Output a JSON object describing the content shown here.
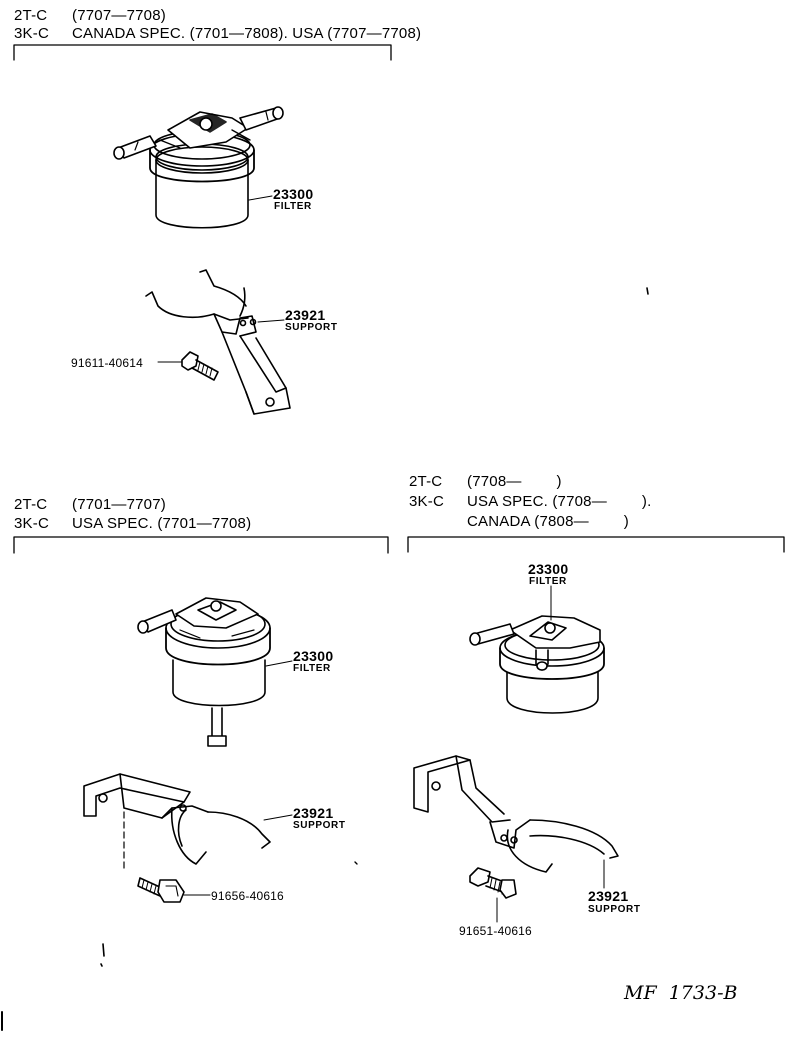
{
  "section_top_left": {
    "lines": [
      {
        "model": "2T-C",
        "spec": "(7707—7708)"
      },
      {
        "model": "3K-C",
        "spec": "CANADA SPEC. (7701—7808). USA (7707—7708)"
      }
    ],
    "filter": {
      "number": "23300",
      "label": "FILTER"
    },
    "support": {
      "number": "23921",
      "label": "SUPPORT"
    },
    "bolt": {
      "number": "91611-40614"
    }
  },
  "section_bottom_left": {
    "lines": [
      {
        "model": "2T-C",
        "spec": "(7701—7707)"
      },
      {
        "model": "3K-C",
        "spec": "USA SPEC. (7701—7708)"
      }
    ],
    "filter": {
      "number": "23300",
      "label": "FILTER"
    },
    "support": {
      "number": "23921",
      "label": "SUPPORT"
    },
    "bolt": {
      "number": "91656-40616"
    }
  },
  "section_bottom_right": {
    "lines": [
      {
        "model": "2T-C",
        "spec": "(7708—        )"
      },
      {
        "model": "3K-C",
        "spec": "USA SPEC. (7708—        )."
      },
      {
        "model": "",
        "spec": "CANADA (7808—        )"
      }
    ],
    "filter": {
      "number": "23300",
      "label": "FILTER"
    },
    "support": {
      "number": "23921",
      "label": "SUPPORT"
    },
    "bolt": {
      "number": "91651-40616"
    }
  },
  "figure_id": "MF  1733-B"
}
